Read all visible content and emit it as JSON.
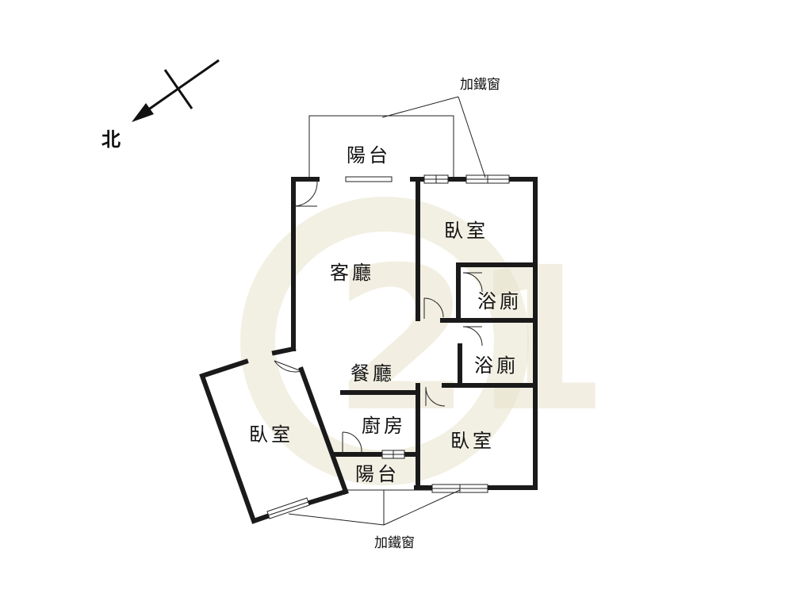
{
  "compass": {
    "north_label": "北"
  },
  "rooms": {
    "balcony_top": "陽台",
    "bedroom_top_right": "臥室",
    "living_room": "客廳",
    "bathroom_1": "浴廁",
    "bathroom_2": "浴廁",
    "dining_room": "餐廳",
    "kitchen": "廚房",
    "bedroom_left": "臥室",
    "bedroom_bottom_right": "臥室",
    "balcony_bottom": "陽台"
  },
  "notes": {
    "iron_window_top": "加鐵窗",
    "iron_window_bottom": "加鐵窗"
  },
  "watermark": {
    "text": "21",
    "color": "#e8e3cc"
  },
  "colors": {
    "wall": "#1a1a1a",
    "background": "#ffffff"
  }
}
